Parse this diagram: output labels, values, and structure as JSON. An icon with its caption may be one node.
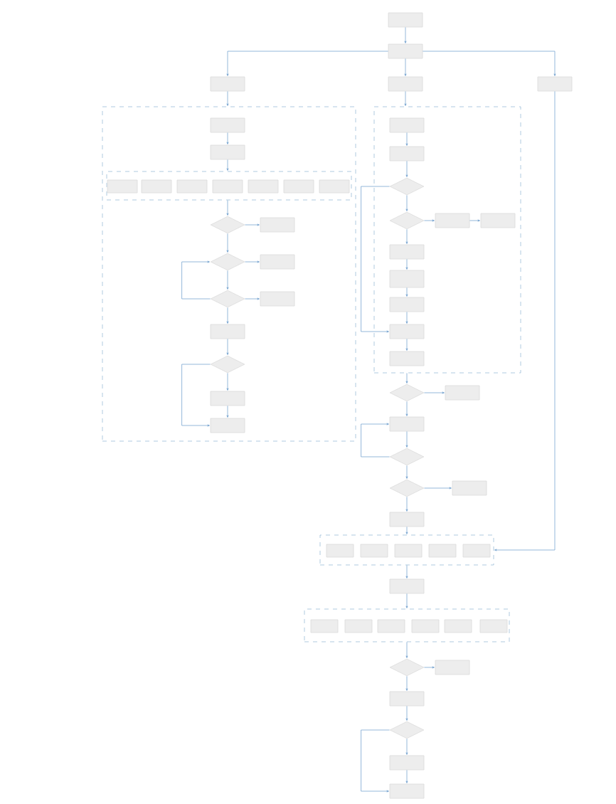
{
  "diagram": {
    "nodes": [
      {
        "text": [],
        "shape": "box"
      },
      {
        "text": [],
        "shape": "box"
      },
      {
        "text": [],
        "shape": "box"
      },
      {
        "text": [],
        "shape": "box"
      },
      {
        "text": [],
        "shape": "box"
      },
      {
        "text": [],
        "shape": "box"
      },
      {
        "text": [],
        "shape": "box",
        "in": 5
      },
      {
        "text": [],
        "shape": "box",
        "in": 5
      },
      {
        "text": [],
        "shape": "box",
        "in": 5
      },
      {
        "text": [],
        "shape": "box",
        "in": 8
      },
      {
        "text": [],
        "shape": "box",
        "in": 8
      },
      {
        "text": [],
        "shape": "box",
        "in": 8
      },
      {
        "text": [],
        "shape": "box",
        "in": 8
      },
      {
        "text": [],
        "shape": "box",
        "in": 8
      },
      {
        "text": [],
        "shape": "box",
        "in": 8
      },
      {
        "text": [],
        "shape": "box",
        "in": 8
      },
      {
        "text": [],
        "shape": "diamond",
        "in": 5
      },
      {
        "text": [],
        "shape": "box",
        "in": 5
      },
      {
        "text": [],
        "shape": "diamond",
        "in": 5
      },
      {
        "text": [],
        "shape": "box",
        "in": 5
      },
      {
        "text": [],
        "shape": "diamond",
        "in": 5
      },
      {
        "text": [],
        "shape": "box",
        "in": 5
      },
      {
        "text": [],
        "shape": "box",
        "in": 5
      },
      {
        "text": [],
        "shape": "diamond",
        "in": 5
      },
      {
        "text": [],
        "shape": "box",
        "in": 5
      },
      {
        "text": [],
        "shape": "box",
        "in": 5
      },
      {
        "text": [],
        "shape": "box"
      },
      {
        "text": [],
        "shape": "box",
        "in": 26
      },
      {
        "text": [],
        "shape": "box",
        "in": 26
      },
      {
        "text": [],
        "shape": "diamond",
        "in": 26
      },
      {
        "text": [],
        "shape": "diamond",
        "in": 26
      },
      {
        "text": [],
        "shape": "box",
        "in": 26
      },
      {
        "text": [],
        "shape": "box",
        "in": 26
      },
      {
        "text": [],
        "shape": "box",
        "in": 26
      },
      {
        "text": [],
        "shape": "box",
        "in": 26
      },
      {
        "text": [],
        "shape": "box",
        "in": 26
      },
      {
        "text": [],
        "shape": "box",
        "in": 26
      },
      {
        "text": [],
        "shape": "box",
        "in": 26
      },
      {
        "text": [],
        "shape": "diamond"
      },
      {
        "text": [],
        "shape": "box"
      },
      {
        "text": [],
        "shape": "box"
      },
      {
        "text": [],
        "shape": "diamond"
      },
      {
        "text": [],
        "shape": "diamond"
      },
      {
        "text": [],
        "shape": "box"
      },
      {
        "text": [],
        "shape": "box"
      },
      {
        "text": [],
        "shape": "box"
      },
      {
        "text": [],
        "shape": "box",
        "in": 45
      },
      {
        "text": [],
        "shape": "box",
        "in": 45
      },
      {
        "text": [],
        "shape": "box",
        "in": 45
      },
      {
        "text": [],
        "shape": "box",
        "in": 45
      },
      {
        "text": [],
        "shape": "box",
        "in": 45
      },
      {
        "text": [],
        "shape": "box"
      },
      {
        "text": [],
        "shape": "box"
      },
      {
        "text": [],
        "shape": "box",
        "in": 52
      },
      {
        "text": [],
        "shape": "box",
        "in": 52
      },
      {
        "text": [],
        "shape": "box",
        "in": 52
      },
      {
        "text": [],
        "shape": "box",
        "in": 52
      },
      {
        "text": [],
        "shape": "box",
        "in": 52
      },
      {
        "text": [],
        "shape": "box",
        "in": 52
      },
      {
        "text": [],
        "shape": "diamond"
      },
      {
        "text": [],
        "shape": "box"
      },
      {
        "text": [],
        "shape": "box"
      },
      {
        "text": [],
        "shape": "diamond"
      },
      {
        "text": [],
        "shape": "box"
      },
      {
        "text": [],
        "shape": "box"
      }
    ],
    "edges": [
      {
        "from": 0,
        "to": 1,
        "arrow": "to"
      },
      {
        "from": 1,
        "to": 2,
        "arrow": "to"
      },
      {
        "from": 1,
        "to": 3,
        "arrow": "to"
      },
      {
        "from": 1,
        "to": 4,
        "arrow": "to"
      },
      {
        "from": 2,
        "to": 5,
        "arrow": "to"
      },
      {
        "from": 3,
        "to": 26,
        "arrow": "to"
      },
      {
        "from": 6,
        "to": 7,
        "arrow": "to"
      },
      {
        "from": 7,
        "to": 8,
        "arrow": "to"
      },
      {
        "from": 8,
        "to": 16,
        "arrow": "to"
      },
      {
        "from": 16,
        "to": 17,
        "arrow": "to"
      },
      {
        "from": 16,
        "to": 18,
        "arrow": "to"
      },
      {
        "from": 18,
        "to": 19,
        "arrow": "to"
      },
      {
        "from": 18,
        "to": 20,
        "arrow": "to"
      },
      {
        "from": 20,
        "to": 21,
        "arrow": "to"
      },
      {
        "from": 20,
        "to": 18,
        "arrow": "to"
      },
      {
        "from": 20,
        "to": 22,
        "arrow": "to"
      },
      {
        "from": 22,
        "to": 23,
        "arrow": "to"
      },
      {
        "from": 23,
        "to": 24,
        "arrow": "to"
      },
      {
        "from": 23,
        "to": 25,
        "arrow": "to"
      },
      {
        "from": 24,
        "to": 25,
        "arrow": "to"
      },
      {
        "from": 27,
        "to": 28,
        "arrow": "to"
      },
      {
        "from": 28,
        "to": 29,
        "arrow": "to"
      },
      {
        "from": 29,
        "to": 30,
        "arrow": "to"
      },
      {
        "from": 30,
        "to": 31,
        "arrow": "to"
      },
      {
        "from": 31,
        "to": 32,
        "arrow": "to"
      },
      {
        "from": 30,
        "to": 33,
        "arrow": "to"
      },
      {
        "from": 33,
        "to": 34,
        "arrow": "to"
      },
      {
        "from": 34,
        "to": 35,
        "arrow": "to"
      },
      {
        "from": 35,
        "to": 36,
        "arrow": "to"
      },
      {
        "from": 29,
        "to": 36,
        "arrow": "to"
      },
      {
        "from": 36,
        "to": 37,
        "arrow": "to"
      },
      {
        "from": 26,
        "to": 38,
        "arrow": "to"
      },
      {
        "from": 38,
        "to": 39,
        "arrow": "to"
      },
      {
        "from": 38,
        "to": 40,
        "arrow": "to"
      },
      {
        "from": 40,
        "to": 41,
        "arrow": "to"
      },
      {
        "from": 41,
        "to": 40,
        "arrow": "to"
      },
      {
        "from": 41,
        "to": 42,
        "arrow": "to"
      },
      {
        "from": 42,
        "to": 43,
        "arrow": "to"
      },
      {
        "from": 42,
        "to": 44,
        "arrow": "to"
      },
      {
        "from": 44,
        "to": 45,
        "arrow": "to"
      },
      {
        "from": 4,
        "to": 45,
        "arrow": "to"
      },
      {
        "from": 45,
        "to": 51,
        "arrow": "to"
      },
      {
        "from": 51,
        "to": 52,
        "arrow": "to"
      },
      {
        "from": 52,
        "to": 59,
        "arrow": "to"
      },
      {
        "from": 59,
        "to": 60,
        "arrow": "to"
      },
      {
        "from": 59,
        "to": 61,
        "arrow": "to"
      },
      {
        "from": 61,
        "to": 62,
        "arrow": "to"
      },
      {
        "from": 62,
        "to": 63,
        "arrow": "to"
      },
      {
        "from": 62,
        "to": 64,
        "arrow": "to"
      },
      {
        "from": 63,
        "to": 64,
        "arrow": "to"
      }
    ]
  }
}
